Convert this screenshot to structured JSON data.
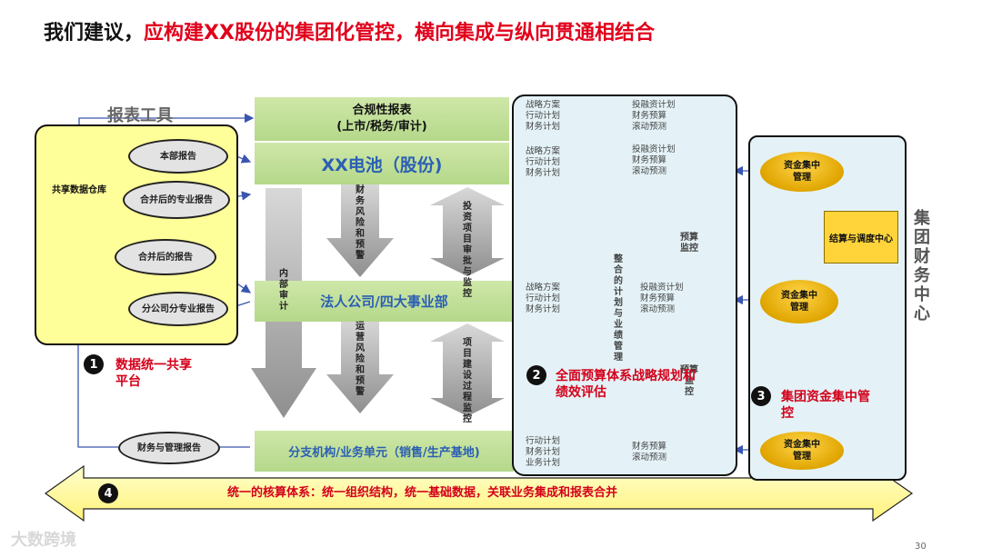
{
  "title": {
    "prefix": "我们建议，",
    "highlight": "应构建XX股份的集团化管控，横向集成与纵向贯通相结合"
  },
  "report_tool": {
    "label": "报表工具",
    "warehouse": "共享数据仓库",
    "reports": [
      "本部报告",
      "合并后的专业报告",
      "合并后的报告",
      "分公司分专业报告"
    ],
    "finance_report": "财务与管理报告"
  },
  "center": {
    "compliance": "合规性报表\n(上市/税务/审计)",
    "company": "XX电池（股份)",
    "legal": "法人公司/四大事业部",
    "branch": "分支机构/业务单元（销售/生产基地)",
    "internal_audit": "内\n部\n审\n计",
    "finance_risk": "财\n务\n风\n险\n和\n预\n警",
    "ops_risk": "运\n营\n风\n险\n和\n预\n警",
    "invest_approval": "投\n资\n项\n目\n审\n批\n与\n监\n控",
    "project_control": "项\n目\n建\n设\n过\n程\n监\n控"
  },
  "budget": {
    "row1_left": "战略方案\n行动计划\n财务计划",
    "row1_right": "投融资计划\n财务预算\n滚动预测",
    "row2_left": "战略方案\n行动计划\n财务计划",
    "row2_right": "投融资计划\n财务预算\n滚动预测",
    "row3_left": "战略方案\n行动计划\n财务计划",
    "row3_right": "投融资计划\n财务预算\n滚动预测",
    "row4_left": "行动计划\n财务计划\n业务计划",
    "row4_right": "财务预算\n滚动预测",
    "integrate": "整\n合\n的\n计\n划\n与\n业\n绩\n管\n理",
    "monitor1": "预算\n监控",
    "monitor2": "预算\n监\n控"
  },
  "finance_center": {
    "label": "集\n团\n财\n务\n中\n心",
    "cash1": "资金集中\n管理",
    "cash2": "资金集中\n管理",
    "cash3": "资金集中\n管理",
    "settle": "结算与调度中心"
  },
  "points": [
    {
      "num": "1",
      "text": "数据统一共享\n平台"
    },
    {
      "num": "2",
      "text": "全面预算体系战略规划和\n绩效评估"
    },
    {
      "num": "3",
      "text": "集团资金集中管\n控"
    },
    {
      "num": "4",
      "text": "统一的核算体系：统一组织结构，统一基础数据，关联业务集成和报表合并"
    }
  ],
  "watermark": "大数跨境",
  "page_number": "30",
  "colors": {
    "red": "#d4001a",
    "blue": "#2b5fb4",
    "yellow": "#ffff99",
    "green": "#b4d88a",
    "gold": "#e0a500"
  }
}
